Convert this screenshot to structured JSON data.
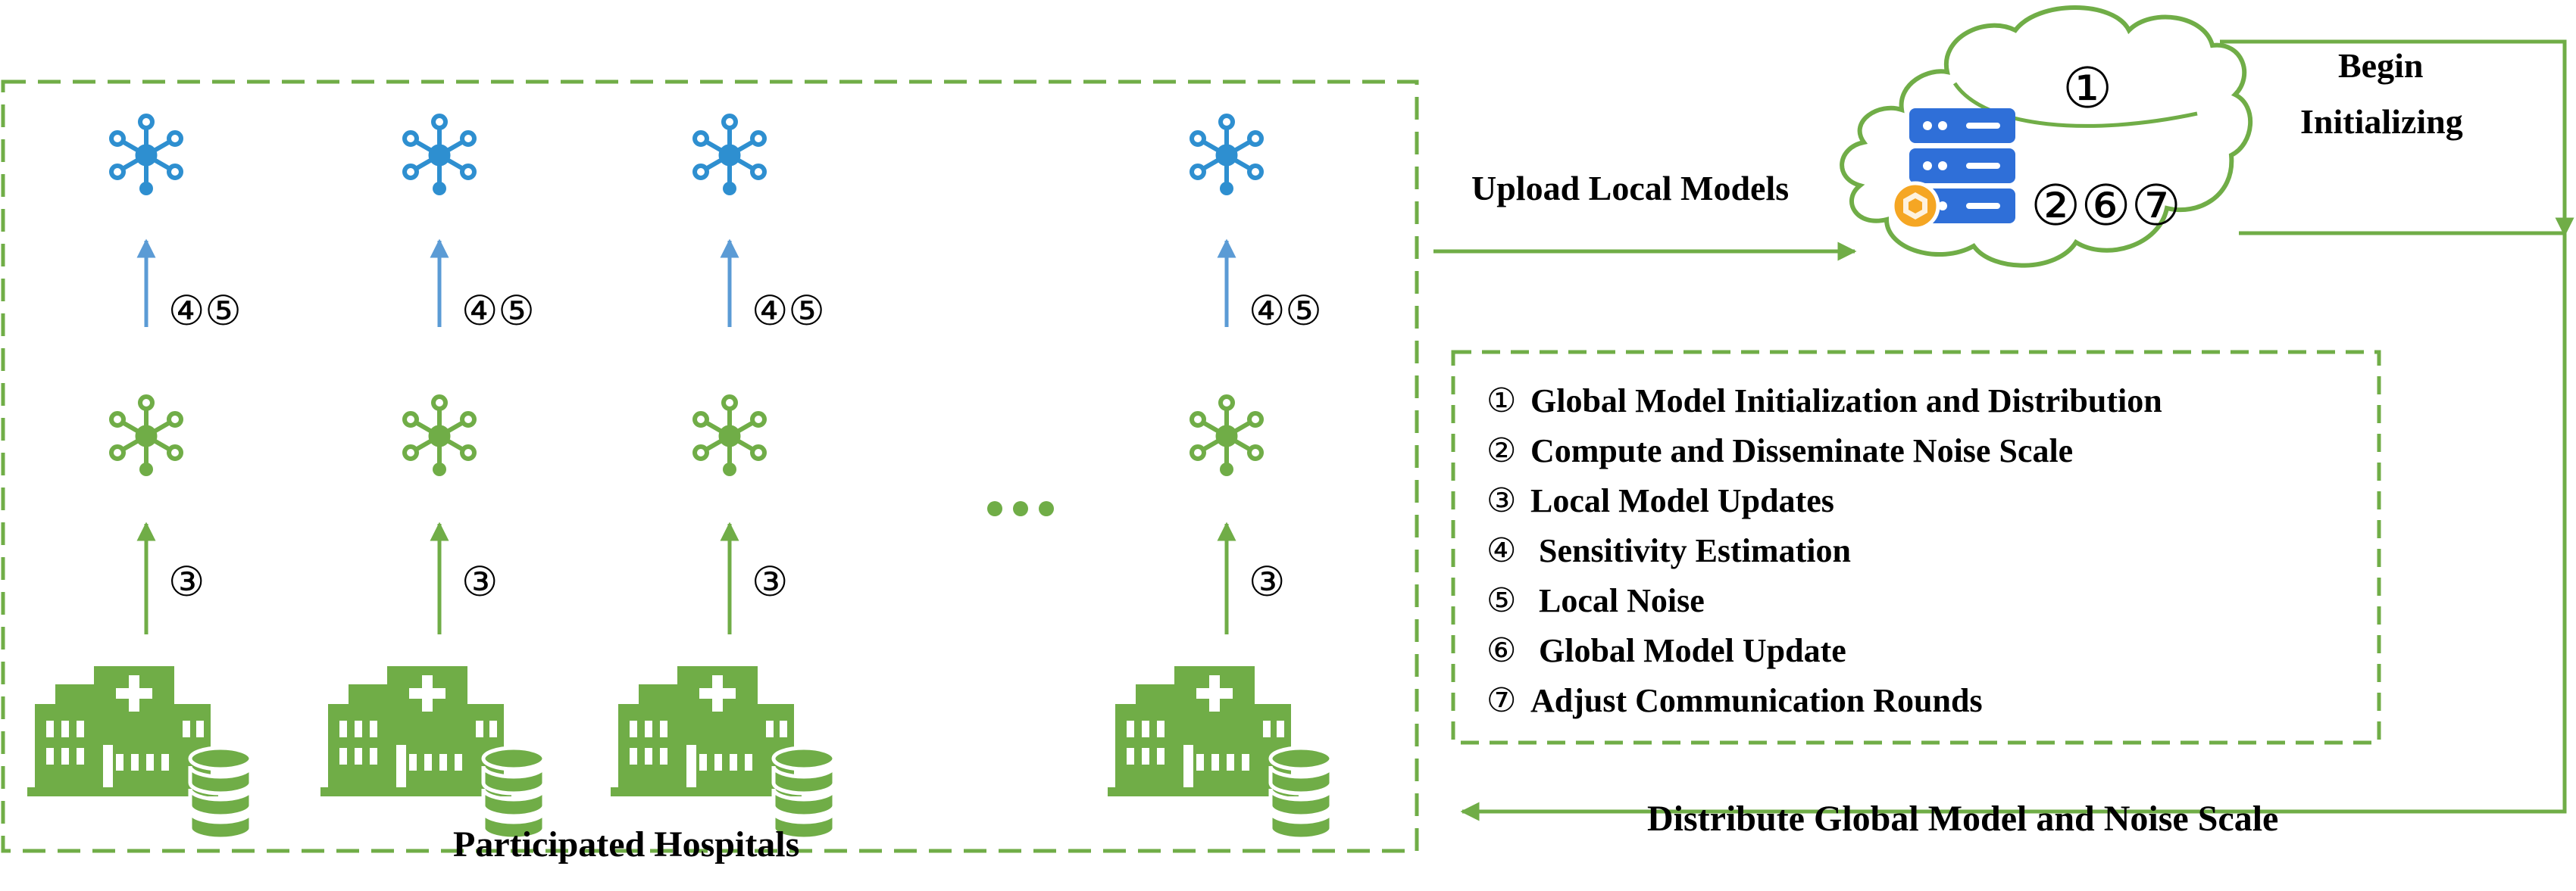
{
  "labels": {
    "participated_hospitals": "Participated Hospitals",
    "upload_local_models": "Upload Local Models",
    "begin_initializing_line1": "Begin",
    "begin_initializing_line2": "Initializing",
    "distribute": "Distribute Global Model and Noise Scale",
    "ellipsis": "..."
  },
  "cloud_steps": {
    "top": "①",
    "bottom": "②⑥⑦"
  },
  "column_steps": {
    "upper": "④⑤",
    "lower": "③"
  },
  "legend": [
    {
      "num": "①",
      "text": "Global Model Initialization and Distribution"
    },
    {
      "num": "②",
      "text": "Compute and Disseminate Noise Scale"
    },
    {
      "num": "③",
      "text": "Local Model Updates"
    },
    {
      "num": "④",
      "text": " Sensitivity Estimation"
    },
    {
      "num": "⑤",
      "text": " Local Noise"
    },
    {
      "num": "⑥",
      "text": " Global Model Update"
    },
    {
      "num": "⑦",
      "text": "Adjust Communication Rounds"
    }
  ],
  "colors": {
    "green": "#70AD47",
    "blue": "#2E8FD0",
    "server_blue": "#2F6FD8",
    "coin_orange": "#F5A623"
  }
}
